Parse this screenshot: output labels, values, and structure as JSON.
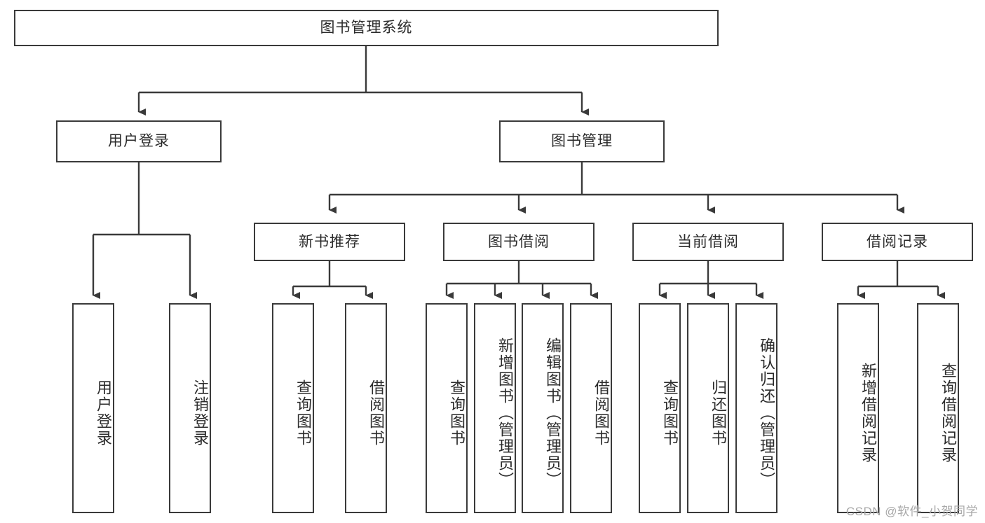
{
  "diagram": {
    "type": "tree-hierarchy",
    "title": "图书管理系统",
    "levels": {
      "root": {
        "label": "图书管理系统"
      },
      "level2": [
        {
          "id": "user-login",
          "label": "用户登录"
        },
        {
          "id": "book-management",
          "label": "图书管理"
        }
      ],
      "level3": [
        {
          "id": "new-book-recommend",
          "label": "新书推荐"
        },
        {
          "id": "book-borrow",
          "label": "图书借阅"
        },
        {
          "id": "current-borrow",
          "label": "当前借阅"
        },
        {
          "id": "borrow-record",
          "label": "借阅记录"
        }
      ],
      "leaves": [
        {
          "id": "leaf-user-login",
          "parent": "user-login",
          "label": "用户登录"
        },
        {
          "id": "leaf-logout",
          "parent": "user-login",
          "label": "注销登录"
        },
        {
          "id": "leaf-query-book-1",
          "parent": "new-book-recommend",
          "label": "查询图书"
        },
        {
          "id": "leaf-borrow-book-1",
          "parent": "new-book-recommend",
          "label": "借阅图书"
        },
        {
          "id": "leaf-query-book-2",
          "parent": "book-borrow",
          "label": "查询图书"
        },
        {
          "id": "leaf-add-book",
          "parent": "book-borrow",
          "label": "新增图书（管理员）"
        },
        {
          "id": "leaf-edit-book",
          "parent": "book-borrow",
          "label": "编辑图书（管理员）"
        },
        {
          "id": "leaf-borrow-book-2",
          "parent": "book-borrow",
          "label": "借阅图书"
        },
        {
          "id": "leaf-query-book-3",
          "parent": "current-borrow",
          "label": "查询图书"
        },
        {
          "id": "leaf-return-book",
          "parent": "current-borrow",
          "label": "归还图书"
        },
        {
          "id": "leaf-confirm-return",
          "parent": "current-borrow",
          "label": "确认归还（管理员）"
        },
        {
          "id": "leaf-add-record",
          "parent": "borrow-record",
          "label": "新增借阅记录"
        },
        {
          "id": "leaf-query-record",
          "parent": "borrow-record",
          "label": "查询借阅记录"
        }
      ]
    },
    "colors": {
      "stroke": "#3a3a3a",
      "fill": "#ffffff",
      "text": "#2b2b2b",
      "watermark": "#a8a8a8"
    }
  },
  "watermark": {
    "text": "CSDN @软件_小贺同学"
  }
}
